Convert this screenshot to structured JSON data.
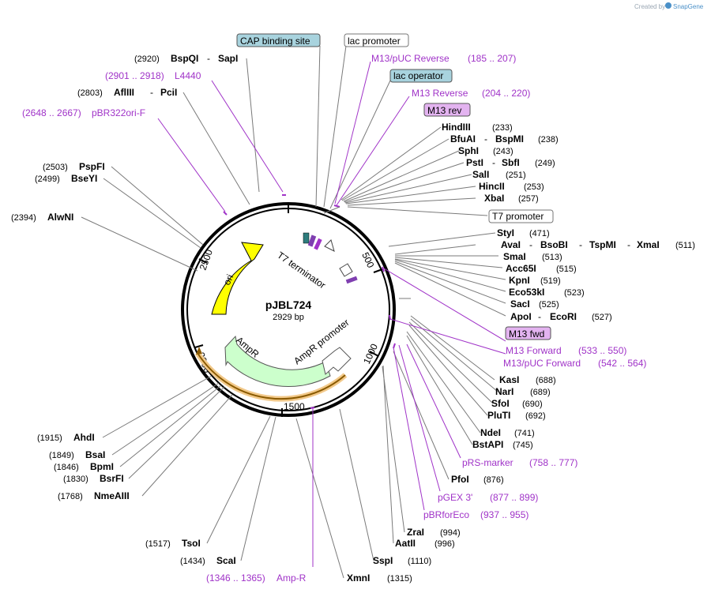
{
  "credit": {
    "created_by": "Created by",
    "brand": "SnapGene",
    "logo_icon": "snapgene-logo-icon"
  },
  "plasmid": {
    "name": "pJBL724",
    "size": "2929 bp"
  },
  "ticks": {
    "t500": "500",
    "t1000": "1000",
    "t1500": "1500",
    "t2000": "2000",
    "t2500": "2500"
  },
  "features": {
    "ori": "ori",
    "ampr": "AmpR",
    "ampr_promoter": "AmpR promoter",
    "t7_terminator": "T7 terminator"
  },
  "boxed_features": {
    "cap": "CAP binding site",
    "lac_promoter": "lac promoter",
    "lac_operator": "lac operator",
    "m13rev": "M13 rev",
    "t7_promoter": "T7 promoter",
    "m13fwd": "M13 fwd"
  },
  "enzymes": {
    "bspqi": {
      "pos": "(2920)",
      "name": "BspQI",
      "alt": "SapI"
    },
    "aflIII": {
      "pos": "(2803)",
      "name": "AflIII",
      "alt": "PciI"
    },
    "pspfi": {
      "pos": "(2503)",
      "name": "PspFI"
    },
    "bseyi": {
      "pos": "(2499)",
      "name": "BseYI"
    },
    "alwni": {
      "pos": "(2394)",
      "name": "AlwNI"
    },
    "ahdi": {
      "pos": "(1915)",
      "name": "AhdI"
    },
    "bsai": {
      "pos": "(1849)",
      "name": "BsaI"
    },
    "bpmi": {
      "pos": "(1846)",
      "name": "BpmI"
    },
    "bsrfi": {
      "pos": "(1830)",
      "name": "BsrFI"
    },
    "nmeaiii": {
      "pos": "(1768)",
      "name": "NmeAIII"
    },
    "tsoi": {
      "pos": "(1517)",
      "name": "TsoI"
    },
    "scai": {
      "pos": "(1434)",
      "name": "ScaI"
    },
    "xmni": {
      "name": "XmnI",
      "pos": "(1315)"
    },
    "sspi": {
      "name": "SspI",
      "pos": "(1110)"
    },
    "zrai": {
      "name": "ZraI",
      "pos": "(994)"
    },
    "aatii": {
      "name": "AatII",
      "pos": "(996)"
    },
    "pfoi": {
      "name": "PfoI",
      "pos": "(876)"
    },
    "bstapi": {
      "name": "BstAPI",
      "pos": "(745)"
    },
    "ndei": {
      "name": "NdeI",
      "pos": "(741)"
    },
    "pluti": {
      "name": "PluTI",
      "pos": "(692)"
    },
    "sfoi": {
      "name": "SfoI",
      "pos": "(690)"
    },
    "nari": {
      "name": "NarI",
      "pos": "(689)"
    },
    "kasi": {
      "name": "KasI",
      "pos": "(688)"
    },
    "apoi": {
      "name": "ApoI",
      "alt": "EcoRI",
      "pos": "(527)"
    },
    "saci": {
      "name": "SacI",
      "pos": "(525)"
    },
    "eco53ki": {
      "name": "Eco53kI",
      "pos": "(523)"
    },
    "kpni": {
      "name": "KpnI",
      "pos": "(519)"
    },
    "acc65i": {
      "name": "Acc65I",
      "pos": "(515)"
    },
    "smai": {
      "name": "SmaI",
      "pos": "(513)"
    },
    "avai": {
      "name": "AvaI",
      "alt1": "BsoBI",
      "alt2": "TspMI",
      "alt3": "XmaI",
      "pos": "(511)"
    },
    "styi": {
      "name": "StyI",
      "pos": "(471)"
    },
    "xbai": {
      "name": "XbaI",
      "pos": "(257)"
    },
    "hincii": {
      "name": "HincII",
      "pos": "(253)"
    },
    "sali": {
      "name": "SalI",
      "pos": "(251)"
    },
    "psti": {
      "name": "PstI",
      "alt": "SbfI",
      "pos": "(249)"
    },
    "sphi": {
      "name": "SphI",
      "pos": "(243)"
    },
    "bfuai": {
      "name": "BfuAI",
      "alt": "BspMI",
      "pos": "(238)"
    },
    "hindiii": {
      "name": "HindIII",
      "pos": "(233)"
    }
  },
  "primers": {
    "l4440": {
      "range": "(2901 .. 2918)",
      "name": "L4440"
    },
    "pbr322ori": {
      "range": "(2648 .. 2667)",
      "name": "pBR322ori-F"
    },
    "m13puc_rev": {
      "name": "M13/pUC Reverse",
      "range": "(185 .. 207)"
    },
    "m13_reverse": {
      "name": "M13 Reverse",
      "range": "(204 .. 220)"
    },
    "m13_forward": {
      "name": "M13 Forward",
      "range": "(533 .. 550)"
    },
    "m13puc_fwd": {
      "name": "M13/pUC Forward",
      "range": "(542 .. 564)"
    },
    "prs_marker": {
      "name": "pRS-marker",
      "range": "(758 .. 777)"
    },
    "pgex3": {
      "name": "pGEX 3'",
      "range": "(877 .. 899)"
    },
    "pbrforeco": {
      "name": "pBRforEco",
      "range": "(937 .. 955)"
    },
    "amp_r": {
      "range": "(1346 .. 1365)",
      "name": "Amp-R"
    }
  },
  "colors": {
    "primer": "#a033c8",
    "ori": "#ffff00",
    "ampr": "#ccffcc",
    "cap_box": "#a8d3de",
    "m13_box": "#e3b3f0"
  }
}
